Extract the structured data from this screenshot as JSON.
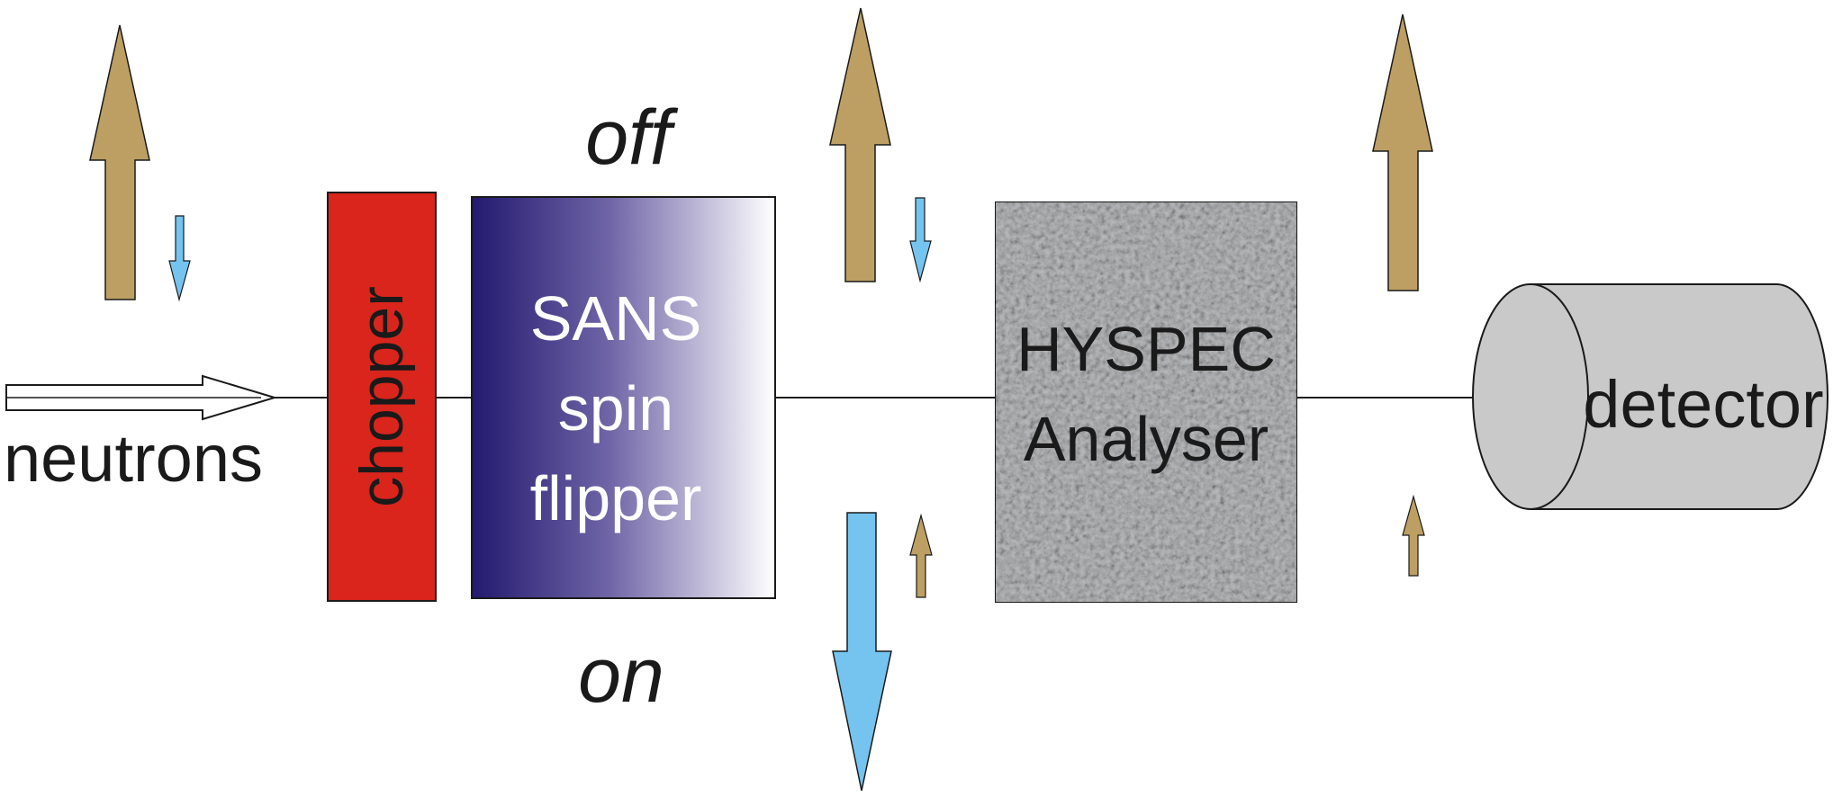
{
  "labels": {
    "neutrons": "neutrons",
    "chopper": "chopper",
    "flipper_line1": "SANS",
    "flipper_line2": "spin",
    "flipper_line3": "flipper",
    "state_off": "off",
    "state_on": "on",
    "analyser_line1": "HYSPEC",
    "analyser_line2": "Analyser",
    "detector": "detector"
  },
  "colors": {
    "spin_up": "#bd9f63",
    "spin_down": "#75c4ef",
    "chopper": "#d9251c",
    "flipper_dark": "#23196f",
    "flipper_light": "#ffffff",
    "analyser": "#b8b9bb",
    "detector": "#c9c9c9",
    "line": "#1a1a1a"
  }
}
